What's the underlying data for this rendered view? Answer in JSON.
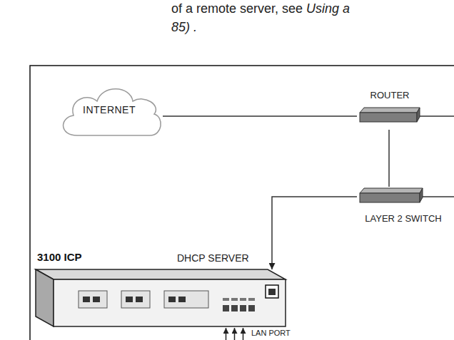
{
  "diagram": {
    "nodes": [
      {
        "text": [
          "INTERNET"
        ]
      },
      {
        "text": [
          "ROUTER"
        ]
      },
      {
        "text": [
          "LAYER 2 SWITCH"
        ]
      },
      {
        "text": [
          "3100 ICP",
          "DHCP SERVER"
        ]
      }
    ],
    "edges": [
      {
        "from": 0,
        "to": 1,
        "arrow": "none"
      },
      {
        "from": 1,
        "to": 2,
        "arrow": "none"
      },
      {
        "from": 2,
        "to": 3,
        "arrow": "to"
      }
    ],
    "labels": [
      "of a remote server, see",
      "Using a",
      "85) .",
      "LAN PORT"
    ]
  }
}
